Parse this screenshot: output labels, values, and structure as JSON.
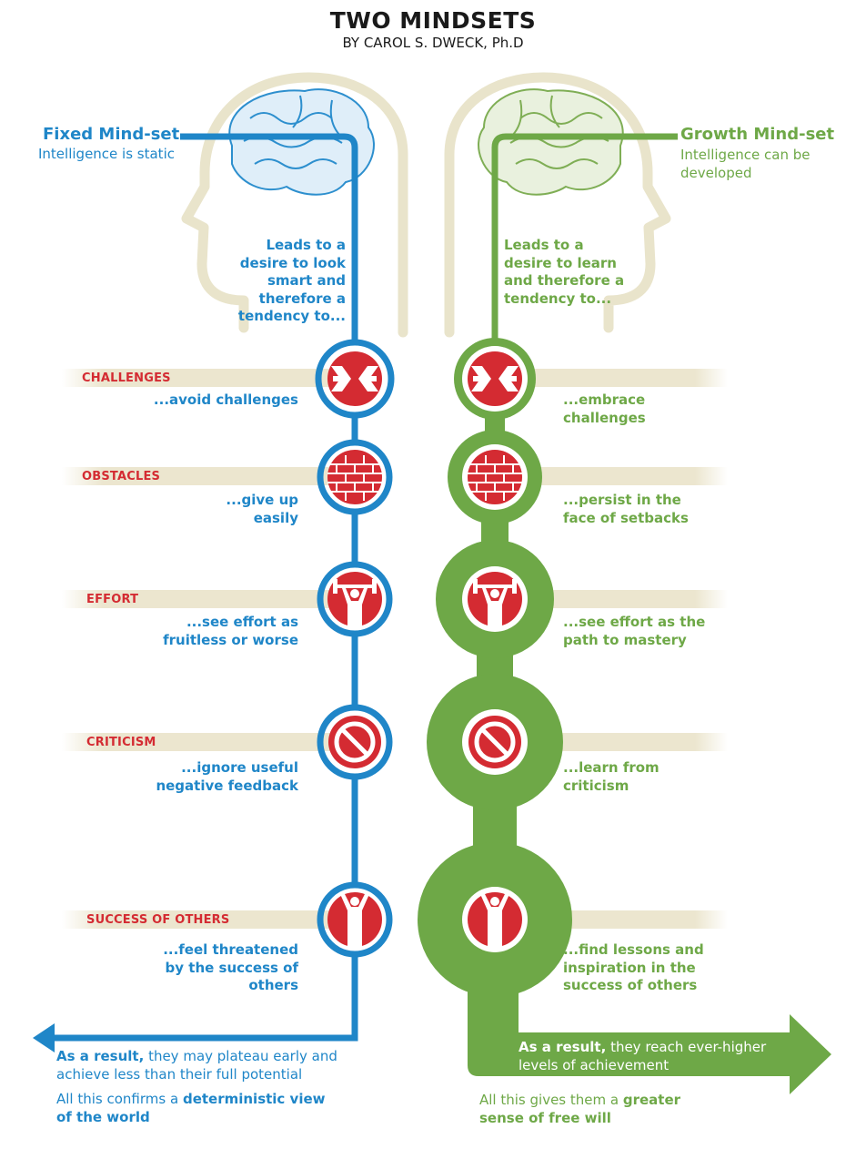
{
  "title": "TWO MINDSETS",
  "subtitle": "BY CAROL S. DWECK, Ph.D",
  "fixed": {
    "title": "Fixed Mind-set",
    "subtitle": "Intelligence is static",
    "lead": "Leads to a desire to look smart and therefore a tendency to...",
    "result_bold": "As a result,",
    "result_rest": " they may plateau early and achieve less than their full potential",
    "conclusion_pre": "All this confirms a ",
    "conclusion_bold": "deterministic view of the world",
    "color": "#1f86c8"
  },
  "growth": {
    "title": "Growth Mind-set",
    "subtitle": "Intelligence can be developed",
    "lead": "Leads to a desire to learn and therefore a tendency to...",
    "result_bold": "As a result,",
    "result_rest": " they reach ever-higher levels of achievement",
    "conclusion_pre": "All this gives them a ",
    "conclusion_bold": "greater sense of free will",
    "color": "#6ea847"
  },
  "categories": [
    {
      "label": "CHALLENGES",
      "icon": "arrows-inward-icon",
      "fixed": "...avoid challenges",
      "growth": "...embrace challenges"
    },
    {
      "label": "OBSTACLES",
      "icon": "brick-wall-icon",
      "fixed": "...give up easily",
      "growth": "...persist in the face of setbacks"
    },
    {
      "label": "EFFORT",
      "icon": "weightlifter-icon",
      "fixed": "...see effort as fruitless or worse",
      "growth": "...see effort as the path to mastery"
    },
    {
      "label": "CRITICISM",
      "icon": "no-entry-icon",
      "fixed": "...ignore useful negative feedback",
      "growth": "...learn from criticism"
    },
    {
      "label": "SUCCESS OF OTHERS",
      "icon": "cheering-person-icon",
      "fixed": "...feel threatened by the success of others",
      "growth": "...find lessons and inspiration in the success of others"
    }
  ],
  "colors": {
    "red": "#d42b32",
    "band": "#ece6cf",
    "head": "#ece7cf"
  }
}
